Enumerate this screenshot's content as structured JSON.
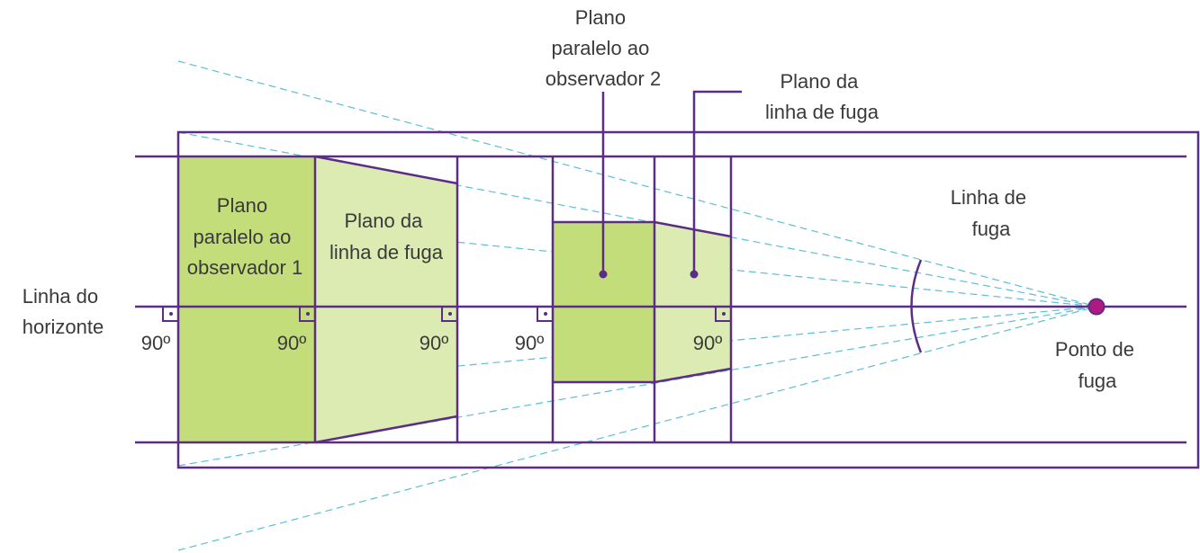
{
  "labels": {
    "plano_paralelo_1": [
      "Plano",
      "paralelo ao",
      "observador 1"
    ],
    "plano_linha_fuga_1": [
      "Plano da",
      "linha de fuga"
    ],
    "plano_paralelo_2": [
      "Plano",
      "paralelo ao",
      "observador 2"
    ],
    "plano_linha_fuga_2": [
      "Plano da",
      "linha de fuga"
    ],
    "linha_de_fuga": [
      "Linha de",
      "fuga"
    ],
    "linha_do_horizonte": [
      "Linha do",
      "horizonte"
    ],
    "ponto_de_fuga": [
      "Ponto de",
      "fuga"
    ],
    "angle": "90º"
  },
  "colors": {
    "outline": "#5b2d86",
    "green_dark": "#c3dd7a",
    "green_light": "#dcebb2",
    "dashed": "#5bbfd6",
    "vanishing_point": "#b0197f"
  }
}
